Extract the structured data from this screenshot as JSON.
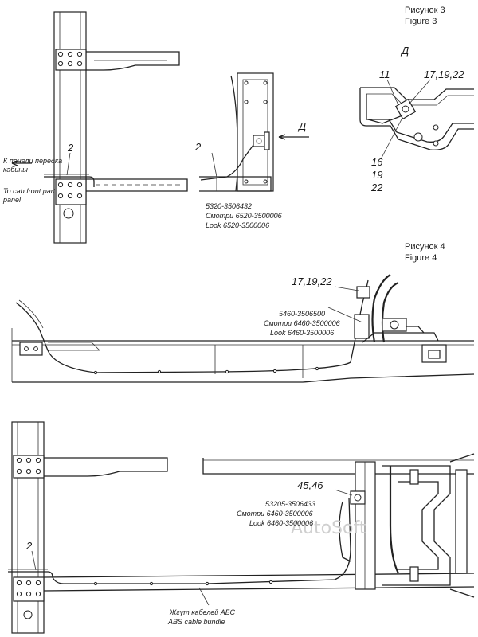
{
  "figure3": {
    "title_ru": "Рисунок 3",
    "title_en": "Figure 3",
    "view_letter": "Д",
    "view_arrow_letter": "Д",
    "callout_2": "2",
    "callout_2b": "2",
    "left_note_ru_1": "К панели передка",
    "left_note_ru_2": "кабины",
    "left_note_en_1": "To cab front part",
    "left_note_en_2": "panel",
    "part_no": "5320-3506432",
    "see_ru": "Смотри 6520-3500006",
    "see_en": "Look 6520-3500006",
    "callout_11": "11",
    "callout_17": "17,19,22",
    "callout_16": "16",
    "callout_19": "19",
    "callout_22": "22"
  },
  "figure4": {
    "title_ru": "Рисунок 4",
    "title_en": "Figure 4",
    "callout_17": "17,19,22",
    "part_no": "5460-3506500",
    "see_ru": "Смотри 6460-3500006",
    "see_en": "Look 6460-3500006"
  },
  "figure5": {
    "callout_45": "45,46",
    "callout_2": "2",
    "part_no": "53205-3506433",
    "see_ru": "Смотри 6460-3500006",
    "see_en": "Look 6460-3500006",
    "bundle_ru": "Жгут кабелей АБС",
    "bundle_en": "ABS cable bundle"
  },
  "watermark": "AutoSoft"
}
